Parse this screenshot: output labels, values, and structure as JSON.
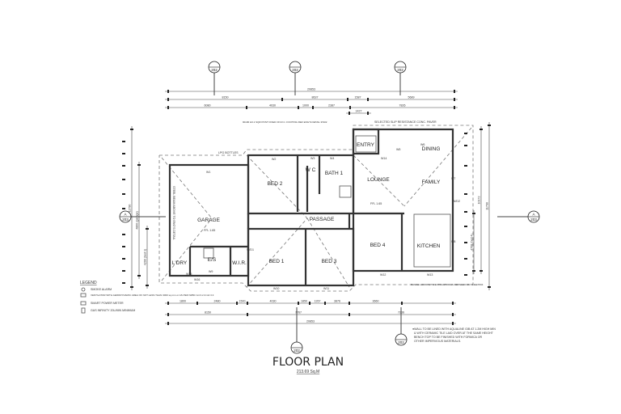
{
  "title": "FLOOR PLAN",
  "area": "213.69 Sq.M",
  "rooms": {
    "garage": "GARAGE",
    "bed2": "BED 2",
    "wc": "W C",
    "bath1": "BATH 1",
    "lounge": "LOUNGE",
    "dining": "DINING",
    "family": "FAMILY",
    "entry": "ENTRY",
    "passage": "PASSAGE",
    "bed1": "BED 1",
    "bed3": "BED 3",
    "bed4": "BED 4",
    "kitchen": "KITCHEN",
    "ldry": "L'DRY",
    "es": "E/S",
    "wir": "W.I.R."
  },
  "windows": [
    "W1",
    "W2",
    "W3",
    "W4",
    "W5",
    "W6",
    "W7",
    "W8",
    "W9",
    "W10",
    "W11",
    "W12",
    "W13",
    "W14",
    "W15",
    "W16",
    "W/D1",
    "W/D2"
  ],
  "notes": {
    "post": "90x90 H3.1 SQR POST FIXED ON R.C. FOOTING REF ENG'S DETAIL 3/S02",
    "paver": "SELECTED SLIP RESISTANCE CONC. PAVER",
    "lpg": "LPG BOTTLES",
    "range": "RANGE HOOD WITH EXTRACTOR AS DETAILED ON SHEET#04",
    "wall1": "●WALL TO BE LINED WITH AQUALINE GIB AT 1.2M HIGH MIN",
    "wall2": "& WITH CERAMIC TILE LAID OVER AT THE SAME HEIGHT",
    "wall3": "BENCH TOP TO BE FINISHED WITH FORMICA OR",
    "wall4": "OTHER IMPERVIOUS MATERIALS.",
    "ffl1": "FFL 1.65",
    "ffl2": "FFL 1.65",
    "steel": "STEEL BEAM ABOVE TO ENG'S DETAIL"
  },
  "legend": {
    "heading": "LEGEND",
    "items": [
      {
        "icon": "smoke-alarm-icon",
        "label": "SMOKE ALARM"
      },
      {
        "icon": "ventilator-icon",
        "label": "VENTILATOR WITH AERODYNAMIC AREA OF NOT LESS THAN 3000 sq mm or AS PER NZBC G4 3.2 & G4 3.3"
      },
      {
        "icon": "power-meter-icon",
        "label": "SMART POWER METER"
      },
      {
        "icon": "gas-infinity-icon",
        "label": "GAS INFINITY 20L/MIN MINIMUM"
      }
    ]
  },
  "dimensions": {
    "top_overall": "20853",
    "top_row1": [
      "8150",
      "8637",
      "1587",
      "5689"
    ],
    "top_row2": [
      "6080",
      "4030",
      "1000",
      "2387",
      "7826"
    ],
    "top_row3": [
      "1427"
    ],
    "bottom_row1": [
      "1800",
      "2480",
      "1500",
      "4030",
      "1850",
      "1267",
      "3876",
      "3660"
    ],
    "bottom_row2": [
      "8150",
      "7767",
      "7236"
    ],
    "bottom_overall": "20853",
    "left": [
      "11790",
      "4800 (garage)",
      "4290 (bed 1)"
    ],
    "right": [
      "10172",
      "11790",
      "4708 (bed 4)"
    ]
  },
  "section_markers": {
    "side_letter": "A",
    "side_sheet": "203",
    "top_sheet": "202"
  },
  "colors": {
    "line": "#333333",
    "background": "#ffffff"
  }
}
